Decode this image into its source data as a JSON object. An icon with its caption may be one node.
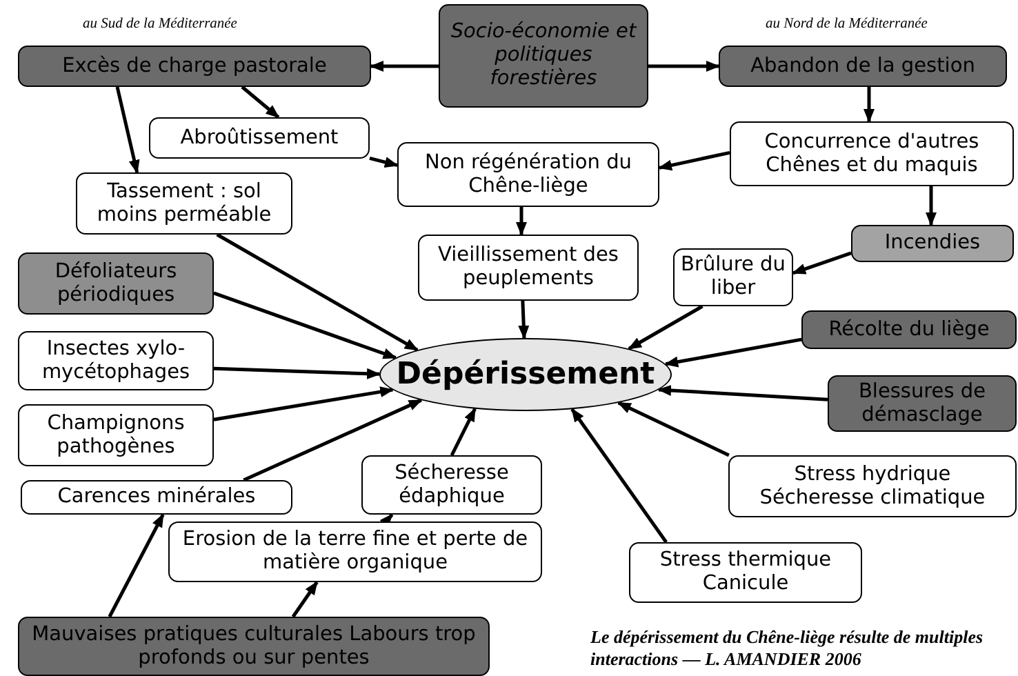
{
  "diagram": {
    "caption": "Le dépérissement du Chêne-liège résulte de multiples interactions — L. AMANDIER 2006",
    "nodes": [
      {
        "text": [
          "Socio-économie et politiques forestières"
        ]
      },
      {
        "text": [
          "Excès de charge pastorale"
        ]
      },
      {
        "text": [
          "Abandon de la gestion"
        ]
      },
      {
        "text": [
          "Abroûtissement"
        ]
      },
      {
        "text": [
          "Non régénération du Chêne-liège"
        ]
      },
      {
        "text": [
          "Concurrence d'autres Chênes et du maquis"
        ]
      },
      {
        "text": [
          "Tassement : sol moins perméable"
        ]
      },
      {
        "text": [
          "Vieillissement des peuplements"
        ]
      },
      {
        "text": [
          "Incendies"
        ]
      },
      {
        "text": [
          "Brûlure du liber"
        ]
      },
      {
        "text": [
          "Défoliateurs périodiques"
        ]
      },
      {
        "text": [
          "Récolte du liège"
        ]
      },
      {
        "text": [
          "Insectes xylo-mycétophages"
        ]
      },
      {
        "text": [
          "Dépérissement"
        ]
      },
      {
        "text": [
          "Blessures de démasclage"
        ]
      },
      {
        "text": [
          "Champignons pathogènes"
        ]
      },
      {
        "text": [
          "Sécheresse édaphique"
        ]
      },
      {
        "text": [
          "Carences minérales"
        ]
      },
      {
        "text": [
          "Stress hydrique Sécheresse climatique"
        ]
      },
      {
        "text": [
          "Erosion de la terre fine et perte de matière organique"
        ]
      },
      {
        "text": [
          "Stress thermique Canicule"
        ]
      },
      {
        "text": [
          "Mauvaises pratiques culturales Labours trop profonds ou sur pentes"
        ]
      }
    ],
    "edges": [
      {
        "from": 0,
        "to": 1,
        "arrow": "to"
      },
      {
        "from": 0,
        "to": 2,
        "arrow": "to"
      },
      {
        "from": 1,
        "to": 3,
        "arrow": "to"
      },
      {
        "from": 1,
        "to": 6,
        "arrow": "to"
      },
      {
        "from": 3,
        "to": 4,
        "arrow": "to"
      },
      {
        "from": 2,
        "to": 5,
        "arrow": "to"
      },
      {
        "from": 5,
        "to": 4,
        "arrow": "to"
      },
      {
        "from": 5,
        "to": 8,
        "arrow": "to"
      },
      {
        "from": 4,
        "to": 7,
        "arrow": "to"
      },
      {
        "from": 7,
        "to": 13,
        "arrow": "to"
      },
      {
        "from": 8,
        "to": 9,
        "arrow": "to"
      },
      {
        "from": 9,
        "to": 13,
        "arrow": "to"
      },
      {
        "from": 6,
        "to": 13,
        "arrow": "to"
      },
      {
        "from": 10,
        "to": 13,
        "arrow": "to"
      },
      {
        "from": 12,
        "to": 13,
        "arrow": "to"
      },
      {
        "from": 15,
        "to": 13,
        "arrow": "to"
      },
      {
        "from": 17,
        "to": 13,
        "arrow": "to"
      },
      {
        "from": 11,
        "to": 13,
        "arrow": "to"
      },
      {
        "from": 14,
        "to": 13,
        "arrow": "to"
      },
      {
        "from": 18,
        "to": 13,
        "arrow": "to"
      },
      {
        "from": 20,
        "to": 13,
        "arrow": "to"
      },
      {
        "from": 16,
        "to": 13,
        "arrow": "to"
      },
      {
        "from": 19,
        "to": 16,
        "arrow": "to"
      },
      {
        "from": 21,
        "to": 17,
        "arrow": "to"
      },
      {
        "from": 21,
        "to": 19,
        "arrow": "to"
      }
    ],
    "labels": [
      "au Sud de la Méditerranée",
      "au Nord de la Méditerranée"
    ]
  }
}
